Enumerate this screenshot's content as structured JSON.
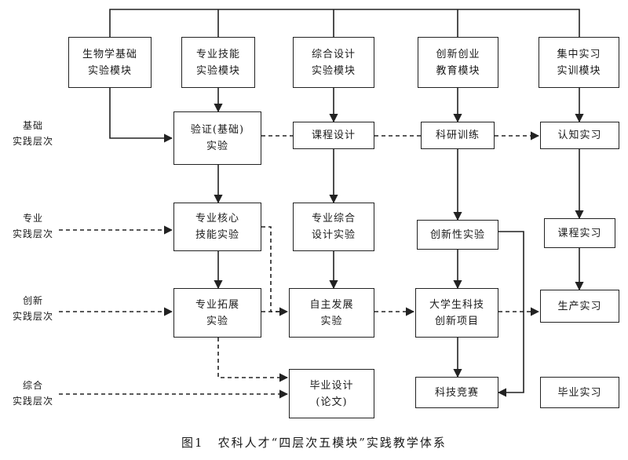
{
  "modules": {
    "bio": "生物学基础\n实验模块",
    "skill": "专业技能\n实验模块",
    "design": "综合设计\n实验模块",
    "innov": "创新创业\n教育模块",
    "intern": "集中实习\n实训模块"
  },
  "levels": {
    "basic": "基础\n实践层次",
    "major": "专业\n实践层次",
    "innovation": "创新\n实践层次",
    "comprehensive": "综合\n实践层次"
  },
  "boxes": {
    "verify": "验证(基础)\n实验",
    "course_design": "课程设计",
    "research": "科研训练",
    "cognition": "认知实习",
    "core_skill": "专业核心\n技能实验",
    "major_design": "专业综合\n设计实验",
    "innov_exp": "创新性实验",
    "course_intern": "课程实习",
    "ext_exp": "专业拓展\n实验",
    "self_dev": "自主发展\n实验",
    "student_proj": "大学生科技\n创新项目",
    "production": "生产实习",
    "thesis": "毕业设计\n(论文)",
    "contest": "科技竞赛",
    "grad_intern": "毕业实习"
  },
  "caption": {
    "number": "图1",
    "text": "农科人才“四层次五模块”实践教学体系"
  }
}
